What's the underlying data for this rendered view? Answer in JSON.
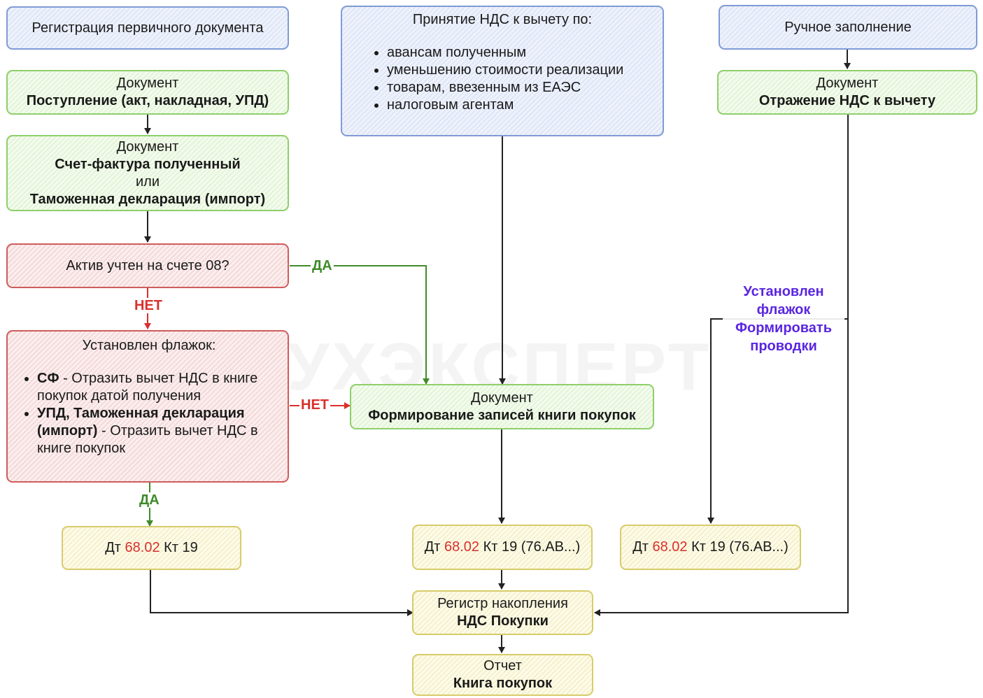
{
  "watermark": "БУХЭКСПЕРТ",
  "boxes": {
    "reg_primary": "Регистрация первичного документа",
    "postuplenie_title": "Документ",
    "postuplenie_name": "Поступление (акт, накладная, УПД)",
    "sf_title": "Документ",
    "sf_name": "Счет-фактура полученный",
    "sf_or": "или",
    "sf_name2": "Таможенная декларация (импорт)",
    "asset_question": "Актив учтен на счете 08?",
    "flag_title": "Установлен флажок:",
    "flag_item1_bold": "СФ",
    "flag_item1_text": " - Отразить вычет НДС в книге покупок датой получения",
    "flag_item2_bold": "УПД, Таможенная декларация (импорт)",
    "flag_item2_text": " - Отразить вычет НДС в книге покупок",
    "nds_title": "Принятие НДС к вычету по:",
    "nds_items": [
      "авансам полученным",
      "уменьшению стоимости реализации",
      "товарам, ввезенным из ЕАЭС",
      "налоговым агентам"
    ],
    "manual": "Ручное заполнение",
    "otrazh_title": "Документ",
    "otrazh_name": "Отражение НДС к вычету",
    "form_title": "Документ",
    "form_name": "Формирование записей книги покупок",
    "entry1_dt": "Дт ",
    "entry1_num": "68.02",
    "entry1_kt": " Кт 19",
    "entry2_dt": "Дт ",
    "entry2_num": "68.02",
    "entry2_kt": " Кт 19 (76.АВ...)",
    "entry3_dt": "Дт ",
    "entry3_num": "68.02",
    "entry3_kt": " Кт 19 (76.АВ...)",
    "register_title": "Регистр накопления",
    "register_name": "НДС Покупки",
    "report_title": "Отчет",
    "report_name": "Книга покупок"
  },
  "labels": {
    "yes1": "ДА",
    "no1": "НЕТ",
    "no2": "НЕТ",
    "yes2": "ДА",
    "flag_post": "Установлен флажок Формировать проводки"
  },
  "colors": {
    "blue_border": "#7f9bd6",
    "green_border": "#8fcf6a",
    "red_border": "#cf5c5c",
    "yellow_border": "#d8cc6a",
    "yes_arrow": "#3f8b2a",
    "no_arrow": "#d9302c",
    "flag_label": "#5a26e0"
  }
}
